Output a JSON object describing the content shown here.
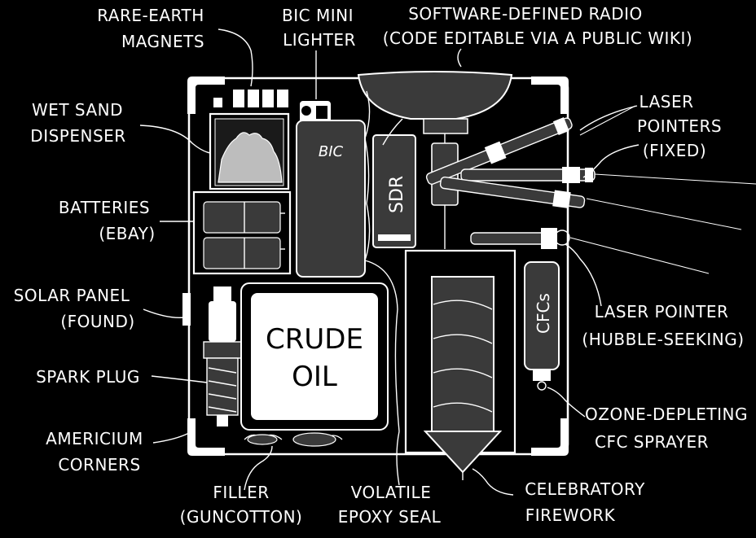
{
  "labels": {
    "rare_earth_magnets": [
      "RARE-EARTH",
      "MAGNETS"
    ],
    "bic_mini_lighter": [
      "BIC MINI",
      "LIGHTER"
    ],
    "software_defined_radio": [
      "SOFTWARE-DEFINED RADIO",
      "(CODE EDITABLE VIA A PUBLIC WIKI)"
    ],
    "laser_pointers": [
      "LASER",
      "POINTERS",
      "(FIXED)"
    ],
    "wet_sand_dispenser": [
      "WET SAND",
      "DISPENSER"
    ],
    "batteries": [
      "BATTERIES",
      "(EBAY)"
    ],
    "solar_panel": [
      "SOLAR PANEL",
      "(FOUND)"
    ],
    "spark_plug": [
      "SPARK PLUG"
    ],
    "americium_corners": [
      "AMERICIUM",
      "CORNERS"
    ],
    "filler": [
      "FILLER",
      "(GUNCOTTON)"
    ],
    "volatile_epoxy_seal": [
      "VOLATILE",
      "EPOXY SEAL"
    ],
    "celebratory_firework": [
      "CELEBRATORY",
      "FIREWORK"
    ],
    "laser_pointer_hubble": [
      "LASER POINTER",
      "(HUBBLE-SEEKING)"
    ],
    "ozone_cfc_sprayer": [
      "OZONE-DEPLETING",
      "CFC SPRAYER"
    ]
  },
  "inner_text": {
    "crude_oil": [
      "CRUDE",
      "OIL"
    ],
    "bic_logo": "BIC",
    "sdr": "SDR",
    "cfcs": "CFCs"
  },
  "colors": {
    "background": "#000000",
    "ink": "#ffffff",
    "component_fill": "#3a3a3a",
    "panel_fill": "#ffffff"
  }
}
